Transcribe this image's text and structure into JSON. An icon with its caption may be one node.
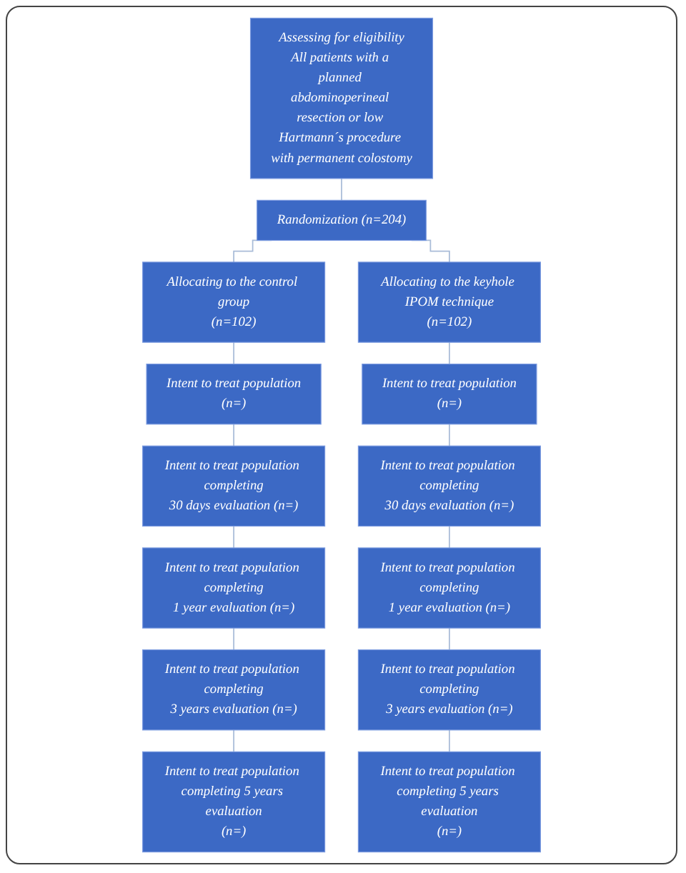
{
  "diagram": {
    "nodes": [
      {
        "text": [
          "Assessing for eligibility",
          "All patients with a planned abdominoperineal resection or low Hartmann´s procedure with permanent colostomy"
        ]
      },
      {
        "text": [
          "Randomization (n=204)"
        ]
      },
      {
        "text": [
          "Allocating to the control group",
          "(n=102)"
        ]
      },
      {
        "text": [
          "Allocating to the keyhole IPOM technique",
          "(n=102)"
        ]
      },
      {
        "text": [
          "Intent to treat population",
          "(n=)"
        ]
      },
      {
        "text": [
          "Intent to treat population",
          "(n=)"
        ]
      },
      {
        "text": [
          "Intent to treat population completing",
          "30 days evaluation (n=)"
        ]
      },
      {
        "text": [
          "Intent to treat population completing",
          "30 days evaluation (n=)"
        ]
      },
      {
        "text": [
          "Intent to treat population completing",
          "1 year evaluation (n=)"
        ]
      },
      {
        "text": [
          "Intent to treat population completing",
          "1 year evaluation (n=)"
        ]
      },
      {
        "text": [
          "Intent to treat population completing",
          "3 years evaluation (n=)"
        ]
      },
      {
        "text": [
          "Intent to treat population completing",
          "3 years evaluation (n=)"
        ]
      },
      {
        "text": [
          "Intent to treat population completing 5 years evaluation",
          "(n=)"
        ]
      },
      {
        "text": [
          "Intent to treat population completing 5 years evaluation",
          "(n=)"
        ]
      }
    ],
    "edges": [
      {
        "from": 0,
        "to": 1,
        "arrow": "none"
      },
      {
        "from": 1,
        "to": 2,
        "arrow": "none"
      },
      {
        "from": 1,
        "to": 3,
        "arrow": "none"
      },
      {
        "from": 2,
        "to": 4,
        "arrow": "none"
      },
      {
        "from": 3,
        "to": 5,
        "arrow": "none"
      },
      {
        "from": 4,
        "to": 6,
        "arrow": "none"
      },
      {
        "from": 5,
        "to": 7,
        "arrow": "none"
      },
      {
        "from": 6,
        "to": 8,
        "arrow": "none"
      },
      {
        "from": 7,
        "to": 9,
        "arrow": "none"
      },
      {
        "from": 8,
        "to": 10,
        "arrow": "none"
      },
      {
        "from": 9,
        "to": 11,
        "arrow": "none"
      },
      {
        "from": 10,
        "to": 12,
        "arrow": "none"
      },
      {
        "from": 11,
        "to": 13,
        "arrow": "none"
      }
    ]
  }
}
